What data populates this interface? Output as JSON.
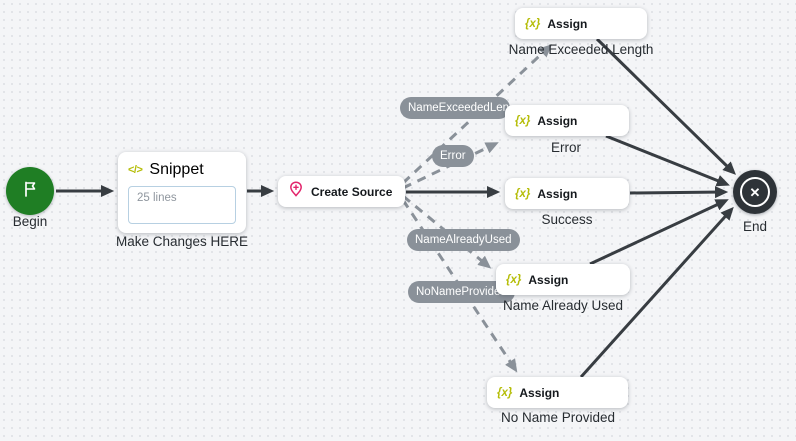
{
  "diagram": {
    "begin": {
      "label": "Begin"
    },
    "snippet": {
      "title": "Snippet",
      "lines": "25 lines",
      "caption": "Make Changes HERE"
    },
    "create_source": {
      "title": "Create Source"
    },
    "assigns": [
      {
        "title": "Assign",
        "caption": "Name Exceeded Length"
      },
      {
        "title": "Assign",
        "caption": "Error"
      },
      {
        "title": "Assign",
        "caption": "Success"
      },
      {
        "title": "Assign",
        "caption": "Name Already Used"
      },
      {
        "title": "Assign",
        "caption": "No Name Provided"
      }
    ],
    "end": {
      "label": "End"
    },
    "edge_labels": {
      "name_exceeded": "NameExceededLength",
      "error": "Error",
      "name_already_used": "NameAlreadyUsed",
      "no_name_provided": "NoNameProvided"
    },
    "edges": [
      {
        "from": "Begin",
        "to": "Snippet",
        "style": "solid"
      },
      {
        "from": "Snippet",
        "to": "Create Source",
        "style": "solid"
      },
      {
        "from": "Create Source",
        "to": "Assign (Success)",
        "style": "solid"
      },
      {
        "from": "Create Source",
        "to": "Assign (Name Exceeded Length)",
        "style": "dashed",
        "label": "NameExceededLength"
      },
      {
        "from": "Create Source",
        "to": "Assign (Error)",
        "style": "dashed",
        "label": "Error"
      },
      {
        "from": "Create Source",
        "to": "Assign (Name Already Used)",
        "style": "dashed",
        "label": "NameAlreadyUsed"
      },
      {
        "from": "Create Source",
        "to": "Assign (No Name Provided)",
        "style": "dashed",
        "label": "NoNameProvided"
      },
      {
        "from": "Assign (Name Exceeded Length)",
        "to": "End",
        "style": "solid"
      },
      {
        "from": "Assign (Error)",
        "to": "End",
        "style": "solid"
      },
      {
        "from": "Assign (Success)",
        "to": "End",
        "style": "solid"
      },
      {
        "from": "Assign (Name Already Used)",
        "to": "End",
        "style": "solid"
      },
      {
        "from": "Assign (No Name Provided)",
        "to": "End",
        "style": "solid"
      }
    ]
  },
  "icons": {
    "begin_flag": "flag-icon",
    "snippet_code": "</>",
    "create_source_pin": "pin-plus-icon",
    "assign_var": "{x}",
    "end_x": "✕"
  },
  "colors": {
    "begin_green": "#1f7e24",
    "accent_yellow_green": "#b5bd08",
    "pin_pink": "#e2246b",
    "edge_dark": "#383d42",
    "edge_gray": "#8a9199",
    "end_dark": "#2e3338",
    "canvas_bg": "#f4f5f7"
  }
}
